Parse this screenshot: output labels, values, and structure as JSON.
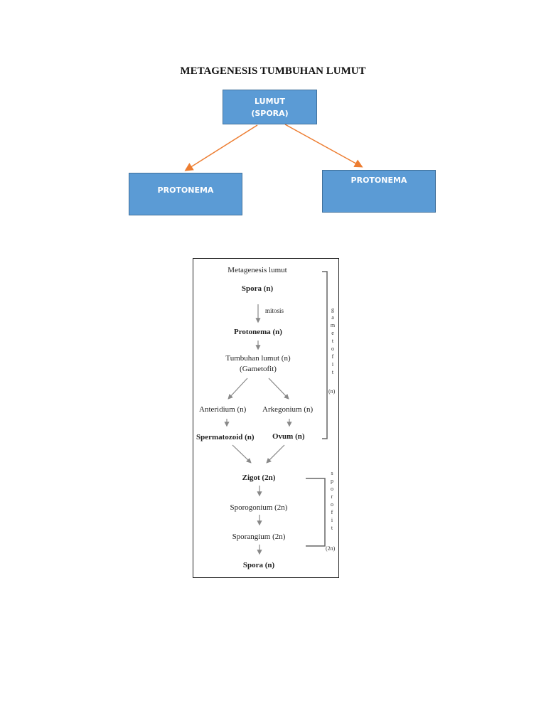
{
  "title": "METAGENESIS TUMBUHAN LUMUT",
  "colors": {
    "box_fill": "#5b9bd5",
    "box_border": "#41719c",
    "arrow": "#ed7d31",
    "flow_arrow": "#888888"
  },
  "top_diagram": {
    "root": {
      "line1": "LUMUT",
      "line2": "(SPORA)"
    },
    "children": [
      {
        "label": "PROTONEMA"
      },
      {
        "label": "PROTONEMA"
      }
    ]
  },
  "flowchart": {
    "heading": "Metagenesis lumut",
    "nodes": {
      "spora_start": "Spora (n)",
      "mitosis": "mitosis",
      "protonema": "Protonema (n)",
      "tumbuhan_line1": "Tumbuhan lumut (n)",
      "tumbuhan_line2": "(Gametofit)",
      "anteridium": "Anteridium (n)",
      "arkegonium": "Arkegonium (n)",
      "spermatozoid": "Spermatozoid (n)",
      "ovum": "Ovum (n)",
      "zigot": "Zigot (2n)",
      "sporogonium": "Sporogonium (2n)",
      "sporangium": "Sporangium (2n)",
      "spora_end": "Spora (n)"
    },
    "gametofit_bracket": {
      "letters": [
        "g",
        "a",
        "m",
        "e",
        "t",
        "o",
        "f",
        "i",
        "t"
      ],
      "ploidy": "(n)"
    },
    "sporofit_bracket": {
      "letters": [
        "s",
        "p",
        "o",
        "r",
        "o",
        "f",
        "i",
        "t"
      ],
      "ploidy": "(2n)"
    }
  }
}
